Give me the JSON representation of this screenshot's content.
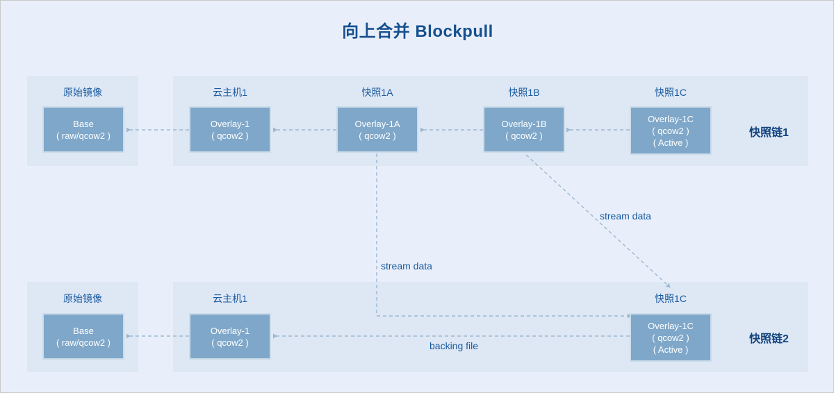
{
  "title": "向上合并 Blockpull",
  "colors": {
    "page_bg": "#e9effa",
    "panel_bg": "#dee7f4",
    "node_fill": "#7fa7c9",
    "node_border": "#ccdcea",
    "title_color": "#17508f",
    "label_color": "#1a5ba0",
    "chain_color": "#11437e",
    "line_color": "#9bb8d2"
  },
  "chains": [
    {
      "id": "chain1",
      "chain_label": "快照链1",
      "groups": [
        {
          "group_label": "原始镜像",
          "node": {
            "name": "base-node",
            "lines": [
              "Base",
              "( raw/qcow2 )"
            ]
          }
        },
        {
          "group_label": "云主机1",
          "node": {
            "name": "overlay1-node",
            "lines": [
              "Overlay-1",
              "( qcow2 )"
            ]
          }
        },
        {
          "group_label": "快照1A",
          "node": {
            "name": "overlay1a-node",
            "lines": [
              "Overlay-1A",
              "( qcow2 )"
            ]
          }
        },
        {
          "group_label": "快照1B",
          "node": {
            "name": "overlay1b-node",
            "lines": [
              "Overlay-1B",
              "( qcow2 )"
            ]
          }
        },
        {
          "group_label": "快照1C",
          "node": {
            "name": "overlay1c-node",
            "lines": [
              "Overlay-1C",
              "( qcow2 )",
              "( Active )"
            ]
          }
        }
      ]
    },
    {
      "id": "chain2",
      "chain_label": "快照链2",
      "groups": [
        {
          "group_label": "原始镜像",
          "node": {
            "name": "base-node",
            "lines": [
              "Base",
              "( raw/qcow2 )"
            ]
          }
        },
        {
          "group_label": "云主机1",
          "node": {
            "name": "overlay1-node",
            "lines": [
              "Overlay-1",
              "( qcow2 )"
            ]
          }
        },
        {
          "group_label": "快照1C",
          "node": {
            "name": "overlay1c-node",
            "lines": [
              "Overlay-1C",
              "( qcow2 )",
              "( Active )"
            ]
          }
        }
      ]
    }
  ],
  "edge_labels": {
    "stream_data_vertical": "stream data",
    "stream_data_diagonal": "stream data",
    "backing_file": "backing file"
  }
}
